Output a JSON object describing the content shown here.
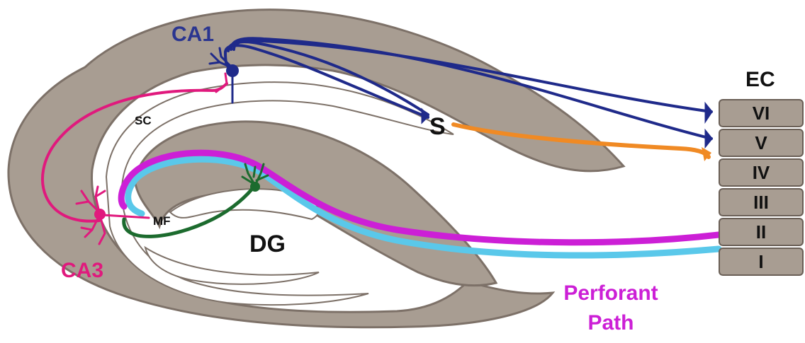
{
  "labels": {
    "ca1": "CA1",
    "ca3": "CA3",
    "sc": "SC",
    "mf": "MF",
    "dg": "DG",
    "s": "S",
    "ec": "EC",
    "perforant_line1": "Perforant",
    "perforant_line2": "Path"
  },
  "ec_layers": [
    "VI",
    "V",
    "IV",
    "III",
    "II",
    "I"
  ],
  "colors": {
    "tissue": "#a89d92",
    "tissue_edge": "#7d7168",
    "ca1_pathway": "#1f2a8a",
    "ca3_schaffer": "#e0197d",
    "mossy_fiber": "#1c6b2e",
    "perforant_magenta": "#cc1fd6",
    "perforant_cyan": "#5ac8ea",
    "subiculum_output": "#f08a24",
    "ca1_label": "#2a3590",
    "ca3_label": "#e0197d",
    "perforant_label": "#cc1fd6"
  }
}
